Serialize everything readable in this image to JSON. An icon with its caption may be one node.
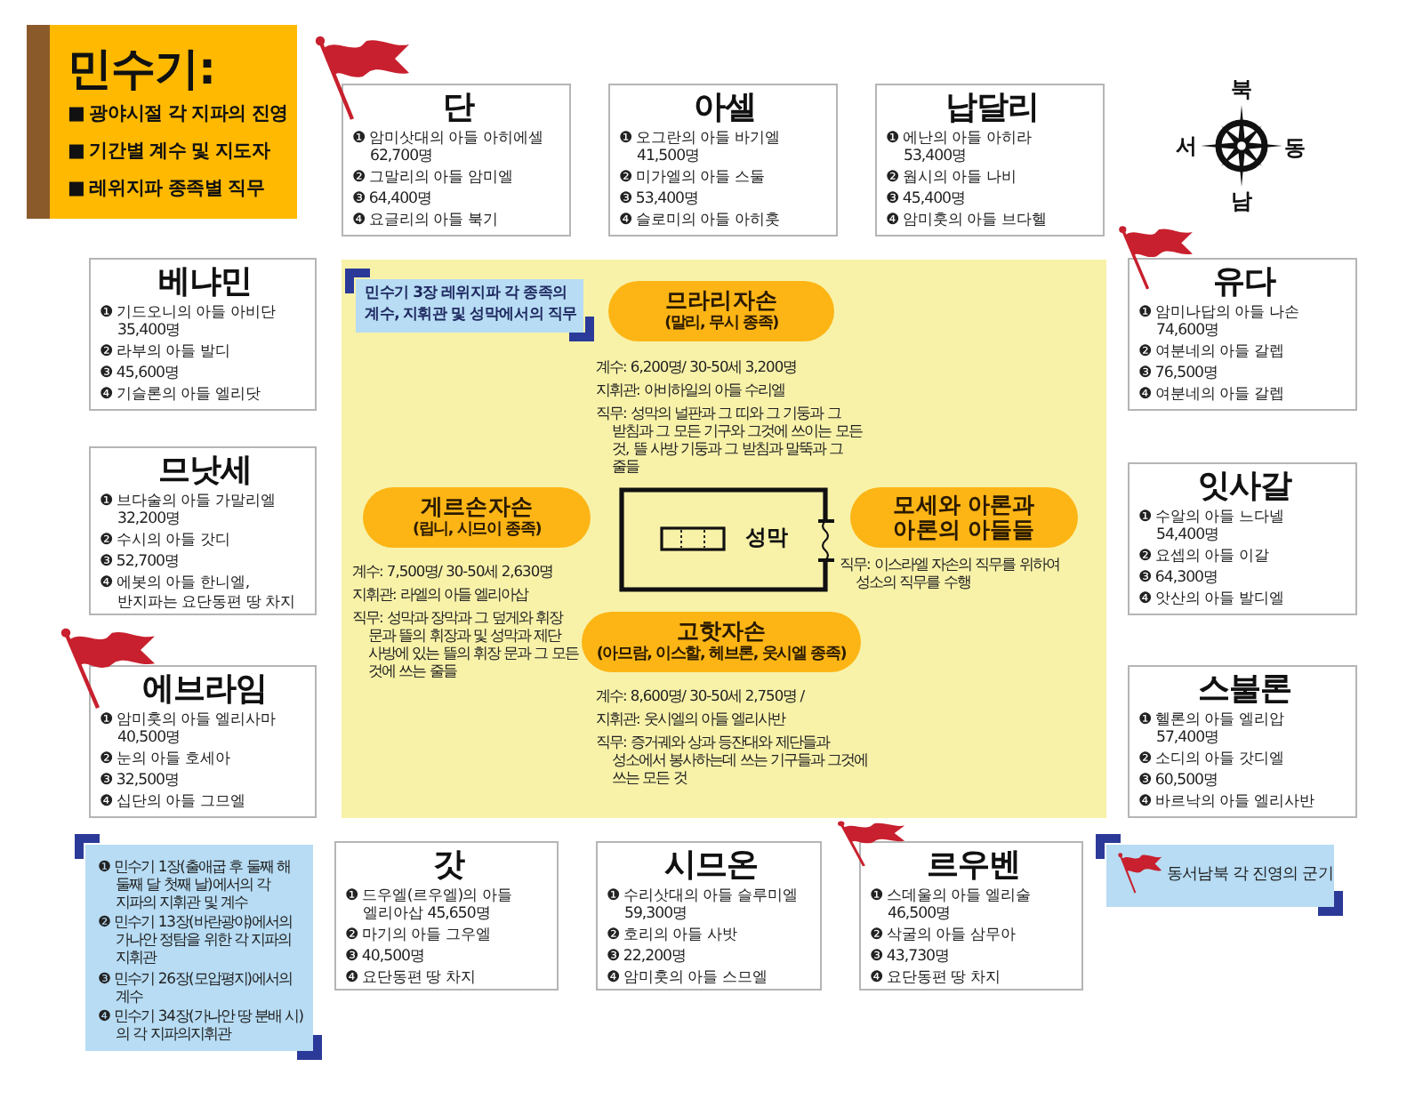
{
  "diagram": {
    "nodes": [
      {
        "text": [
          "민수기:",
          "■ 광야시절 각 지파의 진영",
          "■ 기간별 계수 및 지도자",
          "■ 레위지파 종족별 직무"
        ]
      },
      {
        "text": [
          "단",
          "❶ 암미삿대의 아들 아히에셀 62,700명",
          "❷ 그말리의 아들 암미엘",
          "❸ 64,400명",
          "❹ 요글리의 아들 북기"
        ]
      },
      {
        "text": [
          "아셀",
          "❶ 오그란의 아들 바기엘 41,500명",
          "❷ 미가엘의 아들 스둘",
          "❸ 53,400명",
          "❹ 슬로미의 아들 아히훗"
        ]
      },
      {
        "text": [
          "납달리",
          "❶ 에난의 아들 아히라 53,400명",
          "❷ 웝시의 아들 나비",
          "❸ 45,400명",
          "❹ 암미훗의 아들 브다헬"
        ]
      },
      {
        "text": [
          "베냐민",
          "❶ 기드오니의 아들 아비단 35,400명",
          "❷ 라부의 아들 발디",
          "❸ 45,600명",
          "❹ 기슬론의 아들 엘리닷"
        ]
      },
      {
        "text": [],
        "shape": "box"
      },
      {
        "text": [
          "민수기 3장 레위지파 각 종족의 계수, 지휘관 및 성막에서의 직무"
        ],
        "in": 5
      },
      {
        "text": [
          "므라리자손",
          "(말리, 무시 종족)"
        ],
        "in": 5,
        "beside": [
          "계수: 6,200명/ 30-50세 3,200명",
          "지휘관: 아비하일의 아들 수리엘",
          "직무: 성막의 널판과 그 띠와 그 기둥과 그 받침과 그 모든 기구와 그것에 쓰이는 모든 것, 뜰 사방 기둥과 그 받침과 말뚝과 그 줄들"
        ]
      },
      {
        "text": [
          "유다",
          "❶ 암미나답의 아들 나손 74,600명",
          "❷ 여분네의 아들 갈렙",
          "❸ 76,500명",
          "❹ 여분네의 아들 갈렙"
        ]
      },
      {
        "text": [
          "므낫세",
          "❶ 브다술의 아들 가말리엘 32,200명",
          "❷ 수시의 아들 갓디",
          "❸ 52,700명",
          "❹ 에봇의 아들 한니엘, 반지파는 요단동편 땅 차지"
        ]
      },
      {
        "text": [
          "게르손자손",
          "(립니, 시므이 종족)"
        ],
        "in": 5,
        "beside": [
          "계수: 7,500명/ 30-50세 2,630명",
          "지휘관: 라엘의 아들 엘리아삽",
          "직무: 성막과 장막과 그 덮게와 휘장 문과 뜰의 휘장과 및 성막과 제단 사방에 있는 뜰의 휘장 문과 그 모든 것에 쓰는 줄들"
        ]
      },
      {
        "text": [
          "성막"
        ],
        "in": 5
      },
      {
        "text": [
          "모세와 아론과 아론의 아들들"
        ],
        "in": 5,
        "beside": [
          "직무: 이스라엘 자손의 직무를 위하여 성소의 직무를 수행"
        ]
      },
      {
        "text": [
          "잇사갈",
          "❶ 수알의 아들 느다넬 54,400명",
          "❷ 요셉의 아들 이갈",
          "❸ 64,300명",
          "❹ 앗산의 아들 발디엘"
        ]
      },
      {
        "text": [
          "고핫자손",
          "(아므람, 이스할, 헤브론, 웃시엘 종족)"
        ],
        "in": 5,
        "beside": [
          "계수: 8,600명/ 30-50세 2,750명 /",
          "지휘관: 웃시엘의 아들 엘리사반",
          "직무: 증거궤와 상과 등잔대와 제단들과 성소에서 봉사하는데 쓰는 기구들과 그것에 쓰는 모든 것"
        ]
      },
      {
        "text": [
          "에브라임",
          "❶ 암미훗의 아들 엘리사마 40,500명",
          "❷ 눈의 아들 호세아",
          "❸ 32,500명",
          "❹ 십단의 아들 그므엘"
        ]
      },
      {
        "text": [
          "스불론",
          "❶ 헬론의 아들 엘리압 57,400명",
          "❷ 소디의 아들 갓디엘",
          "❸ 60,500명",
          "❹ 바르낙의 아들 엘리사반"
        ]
      },
      {
        "text": [
          "❶ 민수기 1장(출애굽 후 둘째 해 둘째 달 첫째 날)에서의 각 지파의 지휘관 및 계수",
          "❷ 민수기 13장(바란광야)에서의 가나안 정탐을 위한 각 지파의 지휘관",
          "❸ 민수기 26장(모압평지)에서의 계수",
          "❹ 민수기 34장(가나안 땅 분배 시)의 각 지파의지휘관"
        ]
      },
      {
        "text": [
          "갓",
          "❶ 드우엘(르우엘)의 아들 엘리아삽 45,650명",
          "❷ 마기의 아들 그우엘",
          "❸ 40,500명",
          "❹ 요단동편 땅 차지"
        ]
      },
      {
        "text": [
          "시므온",
          "❶ 수리삿대의 아들 슬루미엘 59,300명",
          "❷ 호리의 아들 사밧",
          "❸ 22,200명",
          "❹ 암미훗의 아들 스므엘"
        ]
      },
      {
        "text": [
          "르우벤",
          "❶ 스데울의 아들 엘리술 46,500명",
          "❷ 삭굴의 아들 삼무아",
          "❸ 43,730명",
          "❹ 요단동편 땅 차지"
        ]
      }
    ],
    "labels": [
      "북",
      "서",
      "동",
      "남"
    ],
    "legend": [
      {
        "text": "동서남북 각 진영의 군기"
      }
    ]
  }
}
